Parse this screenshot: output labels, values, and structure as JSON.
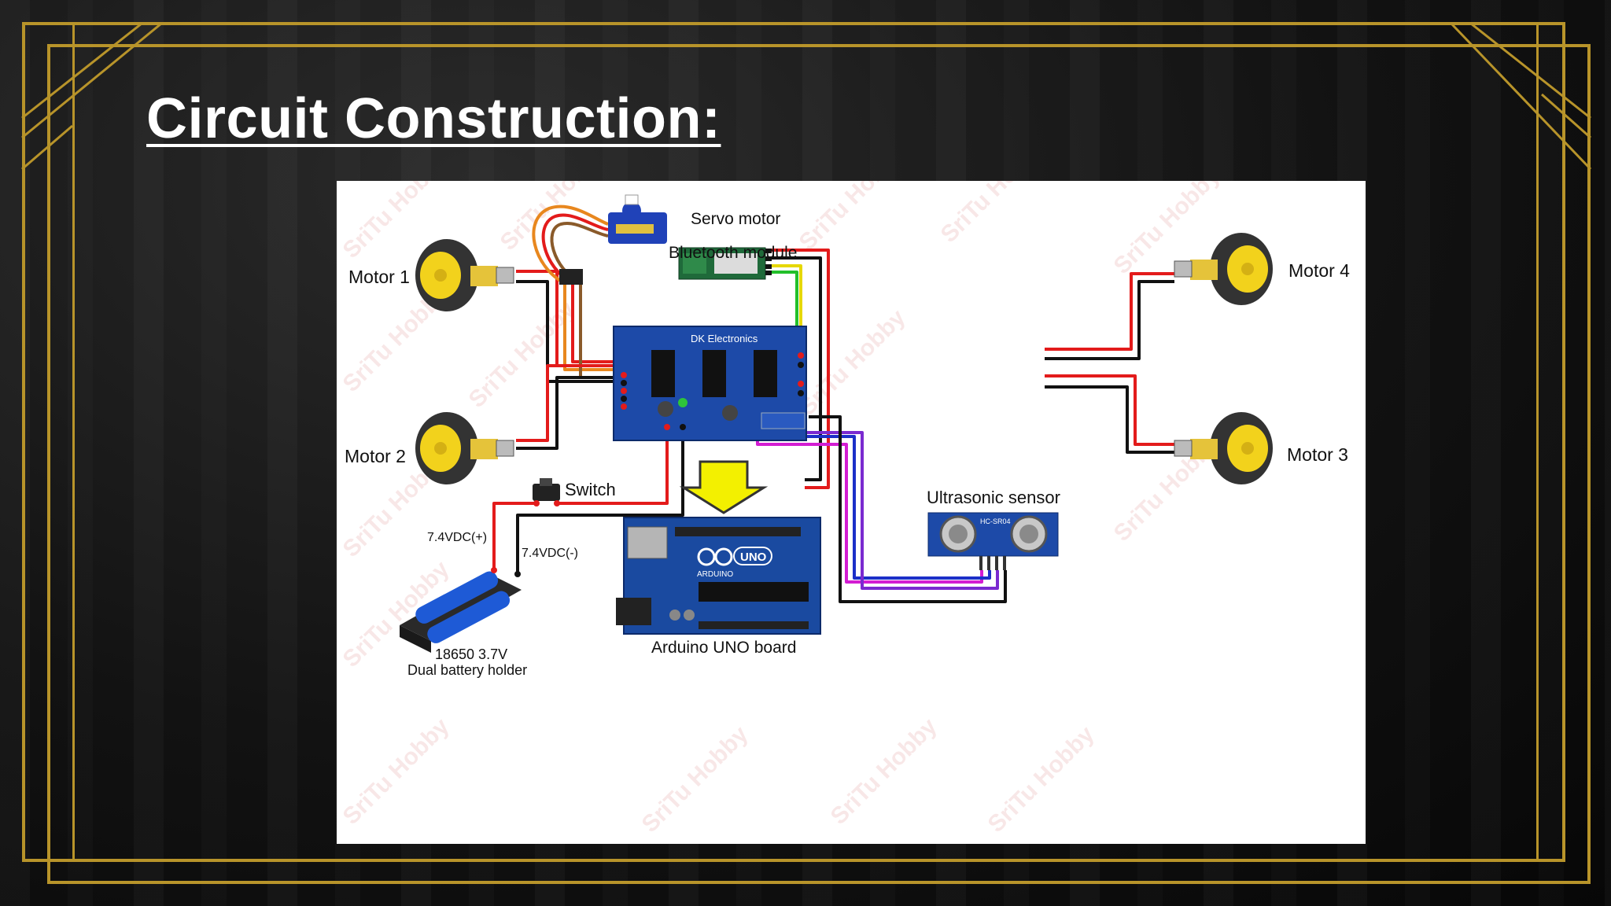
{
  "slide": {
    "title": "Circuit Construction:"
  },
  "colors": {
    "frame_gold": "#b8942a",
    "background": "#0b0b0b",
    "wire_red": "#e31b1b",
    "wire_black": "#111111",
    "wire_green": "#22c02a",
    "wire_yellow": "#e6d800",
    "wire_blue": "#1c2fc8",
    "wire_magenta": "#d21cd2",
    "wire_purple": "#7a2ad0",
    "arrow_yellow": "#f3f000",
    "board_blue": "#1d4aa8"
  },
  "diagram": {
    "labels": {
      "servo": "Servo motor",
      "bluetooth": "Bluetooth module",
      "motor1": "Motor 1",
      "motor2": "Motor 2",
      "motor3": "Motor 3",
      "motor4": "Motor 4",
      "switch": "Switch",
      "vplus": "7.4VDC(+)",
      "vminus": "7.4VDC(-)",
      "battery_line1": "18650 3.7V",
      "battery_line2": "Dual battery holder",
      "arduino": "Arduino UNO board",
      "ultrasonic": "Ultrasonic sensor"
    },
    "chip_text": {
      "shield_brand": "DK Electronics",
      "arduino_brand": "UNO",
      "arduino_sub": "ARDUINO",
      "sensor_model": "HC-SR04"
    }
  }
}
